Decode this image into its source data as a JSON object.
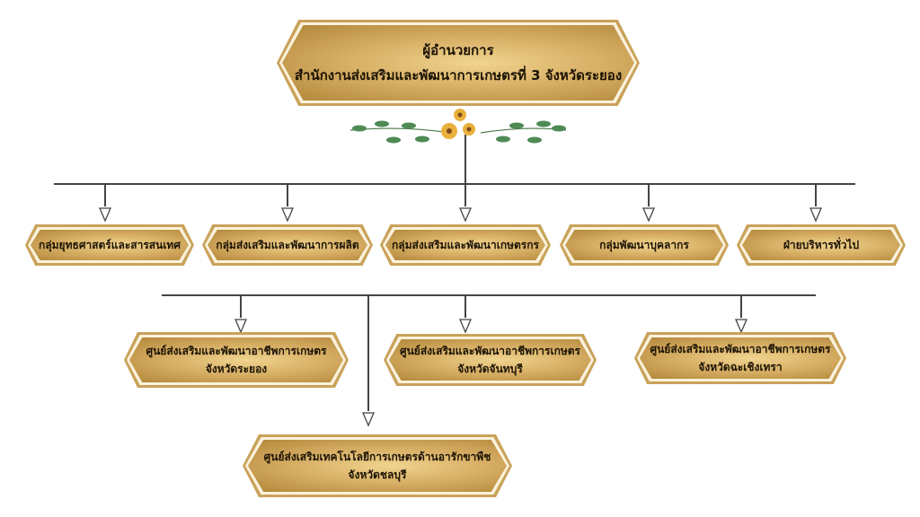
{
  "director": {
    "line1": "ผู้อำนวยการ",
    "line2": "สำนักงานส่งเสริมและพัฒนาการเกษตรที่ 3 จังหวัดระยอง"
  },
  "groups": [
    "กลุ่มยุทธศาสตร์และสารสนเทศ",
    "กลุ่มส่งเสริมและพัฒนาการผลิต",
    "กลุ่มส่งเสริมและพัฒนาเกษตรกร",
    "กลุ่มพัฒนาบุคลากร",
    "ฝ่ายบริหารทั่วไป"
  ],
  "centers": [
    {
      "line1": "ศูนย์ส่งเสริมและพัฒนาอาชีพการเกษตร",
      "line2": "จังหวัดระยอง"
    },
    {
      "line1": "ศูนย์ส่งเสริมและพัฒนาอาชีพการเกษตร",
      "line2": "จังหวัดจันทบุรี"
    },
    {
      "line1": "ศูนย์ส่งเสริมและพัฒนาอาชีพการเกษตร",
      "line2": "จังหวัดฉะเชิงเทรา"
    },
    {
      "line1": "ศูนย์ส่งเสริมเทคโนโลยีการเกษตรด้านอารักขาพืช",
      "line2": "จังหวัดชลบุรี"
    }
  ],
  "colors": {
    "gold": "#d8b066",
    "border": "#c9a25a",
    "line": "#444444"
  }
}
